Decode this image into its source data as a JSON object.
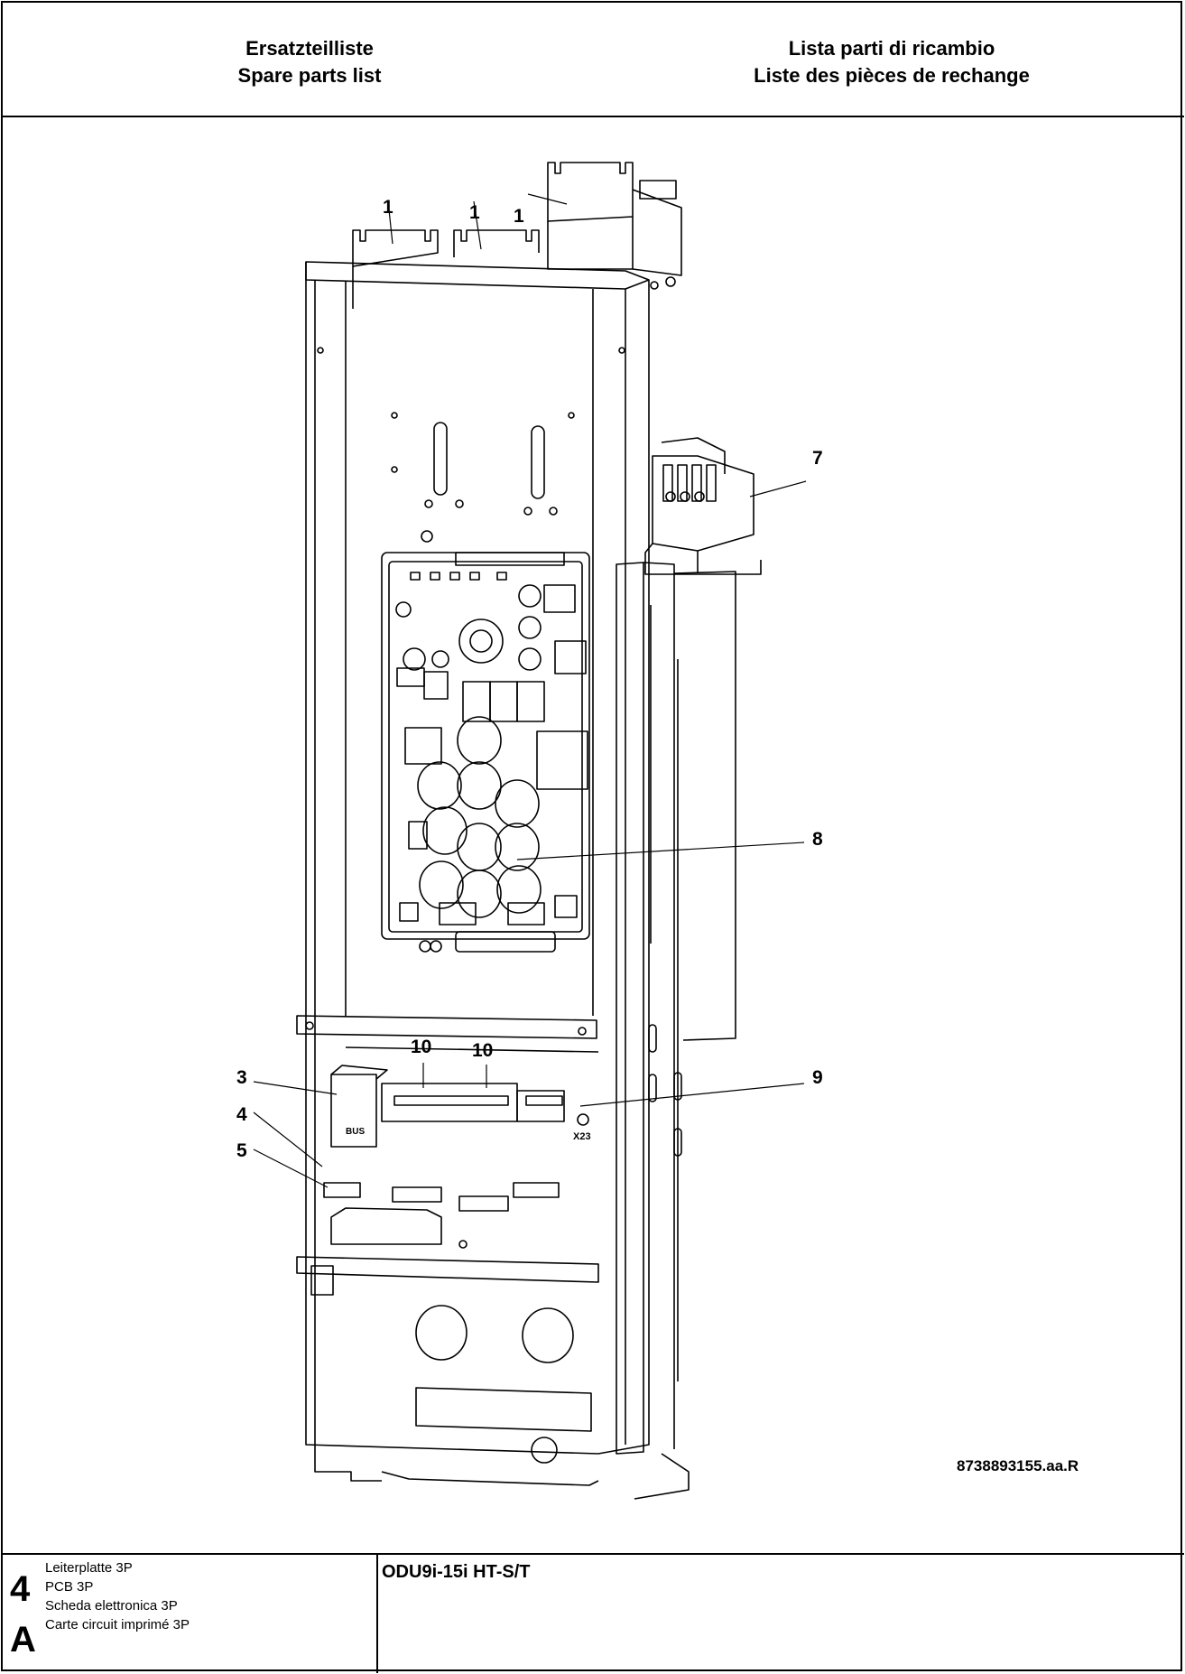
{
  "header": {
    "left_line1": "Ersatzteilliste",
    "left_line2": "Spare parts list",
    "right_line1": "Lista parti di ricambio",
    "right_line2": "Liste des pièces de rechange"
  },
  "drawing": {
    "callouts": [
      "1",
      "1",
      "1",
      "7",
      "8",
      "10",
      "10",
      "3",
      "9",
      "4",
      "5"
    ],
    "component_labels": [
      "X23",
      "BUS"
    ],
    "document_number": "8738893155.aa.R"
  },
  "footer": {
    "number": "4",
    "letter": "A",
    "descriptions": [
      "Leiterplatte 3P",
      "PCB 3P",
      "Scheda elettronica 3P",
      "Carte circuit imprimé 3P"
    ],
    "model": "ODU9i-15i HT-S/T"
  }
}
